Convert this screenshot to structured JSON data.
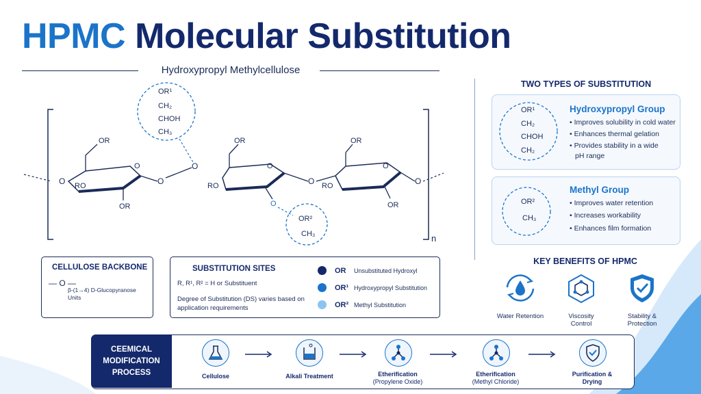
{
  "header": {
    "title_part1": "HPMC",
    "title_part2": "Molecular Substitution",
    "subtitle": "Hydroxypropyl Methylcellulose"
  },
  "structure": {
    "hp_labels": [
      "OR¹",
      "CH₂",
      "CHOH",
      "CH₃"
    ],
    "me_labels": [
      "OR²",
      "CH₃"
    ],
    "ring_or": "OR",
    "ring_ro": "RO",
    "o": "O",
    "n": "n"
  },
  "backbone": {
    "title": "CELLULOSE BACKBONE",
    "symbol": "— O —",
    "desc": "β-(1→4) D-Glucopyranose Units"
  },
  "sites": {
    "title": "SUBSTITUTION SITES",
    "line1": "R, R¹, R² = H or Substituent",
    "line2": "Degree of Substitution (DS) varies based on application requirements",
    "legend": [
      {
        "code": "OR",
        "label": "Unsubstituted Hydroxyl",
        "color": "#14296b"
      },
      {
        "code": "OR¹",
        "label": "Hydroxypropyl Substitution",
        "color": "#1b74c9"
      },
      {
        "code": "OR²",
        "label": "Methyl Substitution",
        "color": "#8cc4f0"
      }
    ]
  },
  "types": {
    "title": "TWO TYPES OF SUBSTITUTION",
    "hydroxypropyl": {
      "title": "Hydroxypropyl Group",
      "formula": [
        "OR¹",
        "CH₂",
        "CHOH",
        "CH₂"
      ],
      "bullets": [
        "• Improves solubility in cold water",
        "• Enhances thermal gelation",
        "• Provides stability in a wide",
        "pH range"
      ]
    },
    "methyl": {
      "title": "Methyl Group",
      "formula": [
        "OR²",
        "CH₃"
      ],
      "bullets": [
        "• Improves water retention",
        "• Increases workability",
        "• Enhances film formation"
      ]
    }
  },
  "benefits": {
    "title": "KEY BENEFITS OF HPMC",
    "items": [
      {
        "label": "Water Retention",
        "icon": "water-retention-icon"
      },
      {
        "label": "Viscosity Control",
        "icon": "viscosity-icon"
      },
      {
        "label": "Stability & Protection",
        "icon": "shield-check-icon"
      }
    ]
  },
  "process": {
    "title": "CEEMICAL MODIFICATION PROCESS",
    "steps": [
      {
        "label": "Cellulose",
        "sub": "",
        "icon": "flask-icon"
      },
      {
        "label": "Alkali Treatment",
        "sub": "",
        "icon": "beaker-icon"
      },
      {
        "label": "Etherification",
        "sub": "(Propylene Oxide)",
        "icon": "molecule-icon"
      },
      {
        "label": "Etherification",
        "sub": "(Methyl Chloride)",
        "icon": "molecule-icon"
      },
      {
        "label": "Purification &",
        "sub": "Drying",
        "icon": "shield-check-icon"
      }
    ]
  },
  "colors": {
    "navy": "#14296b",
    "blue": "#1b74c9",
    "light_blue": "#8cc4f0"
  }
}
